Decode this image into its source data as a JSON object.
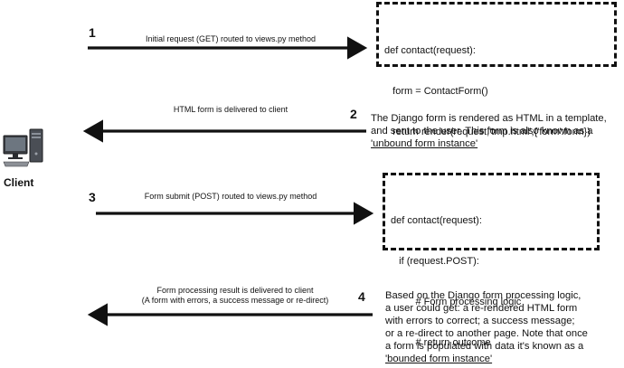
{
  "client": {
    "label": "Client",
    "icon": "desktop-computer-icon"
  },
  "steps": [
    {
      "number": "1",
      "arrow_label": "Initial request (GET) routed to views.py method",
      "code": [
        "def contact(request):",
        "   form = ContactForm()",
        "   return render(request,'tmp.html',{'form':form})"
      ]
    },
    {
      "number": "2",
      "arrow_label": "HTML form is delivered to client",
      "description_lines": [
        "The Django form is rendered as HTML in a template,",
        "and sent to the user. This form is also known as a"
      ],
      "description_underlined": "'unbound form instance'"
    },
    {
      "number": "3",
      "arrow_label": "Form submit (POST) routed to views.py method",
      "code": [
        "def contact(request):",
        "   if (request.POST):",
        "         # Form processing logic",
        "         # return outcome"
      ]
    },
    {
      "number": "4",
      "arrow_label_lines": [
        "Form processing result is delivered to client",
        "(A form with errors, a success message or re-direct)"
      ],
      "description_lines": [
        "Based on the Django form processing logic,",
        "a user could get: a re-rendered HTML form",
        "with errors to correct; a success message;",
        "or a re-direct to another page. Note that once",
        "a form is populated with data it's known as a"
      ],
      "description_underlined": "'bounded form instance'"
    }
  ],
  "colors": {
    "ink": "#111111",
    "background": "#ffffff"
  }
}
